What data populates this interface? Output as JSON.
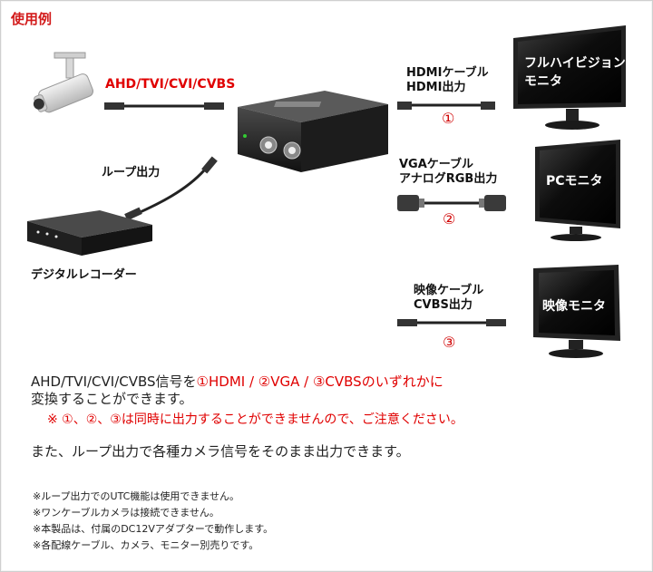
{
  "title": "使用例",
  "labels": {
    "input_signal": "AHD/TVI/CVI/CVBS",
    "loop_output": "ループ出力",
    "recorder": "デジタルレコーダー",
    "hdmi_line1": "HDMIケーブル",
    "hdmi_line2": "HDMI出力",
    "vga_line1": "VGAケーブル",
    "vga_line2": "アナログRGB出力",
    "cvbs_line1": "映像ケーブル",
    "cvbs_line2": "CVBS出力",
    "num1": "①",
    "num2": "②",
    "num3": "③"
  },
  "monitors": {
    "fullhd_line1": "フルハイビジョン",
    "fullhd_line2": "モニタ",
    "pc": "PCモニタ",
    "video": "映像モニタ"
  },
  "description": {
    "line1_prefix": "AHD/TVI/CVI/CVBS信号を",
    "line1_red": "①HDMI / ②VGA / ③CVBSのいずれかに",
    "line2": "変換することができます。",
    "note_red": "※ ①、②、③は同時に出力することができませんので、ご注意ください。",
    "loop_text": "また、ループ出力で各種カメラ信号をそのまま出力できます。"
  },
  "notes": [
    "※ループ出力でのUTC機能は使用できません。",
    "※ワンケーブルカメラは接続できません。",
    "※本製品は、付属のDC12Vアダプターで動作します。",
    "※各配線ケーブル、カメラ、モニター別売りです。"
  ],
  "colors": {
    "accent": "#e00000",
    "title": "#d21a1a"
  }
}
